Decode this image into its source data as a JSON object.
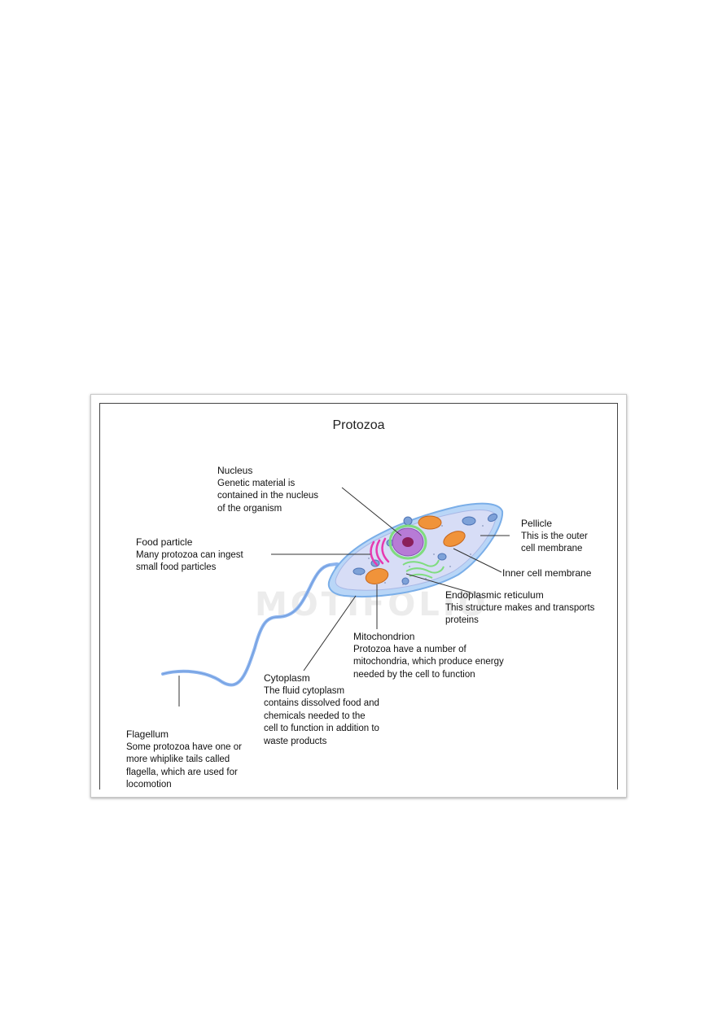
{
  "figure": {
    "title": "Protozoa",
    "watermark": "MOTIFOLIO",
    "labels": {
      "nucleus": {
        "name": "Nucleus",
        "desc": [
          "Genetic material is",
          "contained in the nucleus",
          "of the organism"
        ]
      },
      "food_particle": {
        "name": "Food particle",
        "desc": [
          "Many protozoa can ingest",
          "small food particles"
        ]
      },
      "pellicle": {
        "name": "Pellicle",
        "desc": [
          "This is the outer",
          "cell membrane"
        ]
      },
      "inner_membrane": {
        "name": "Inner cell membrane"
      },
      "er": {
        "name": "Endoplasmic reticulum",
        "desc": [
          "This structure makes and transports",
          "proteins"
        ]
      },
      "mitochondrion": {
        "name": "Mitochondrion",
        "desc": [
          "Protozoa have a number of",
          "mitochondria, which produce energy",
          "needed by the cell to function"
        ]
      },
      "cytoplasm": {
        "name": "Cytoplasm",
        "desc": [
          "The fluid cytoplasm",
          "contains dissolved food and",
          "chemicals needed to the",
          "cell to function in addition to",
          "waste products"
        ]
      },
      "flagellum": {
        "name": "Flagellum",
        "desc": [
          "Some protozoa have one or",
          "more whiplike tails called",
          "flagella, which are used for",
          "locomotion"
        ]
      }
    },
    "colors": {
      "membrane": "#9cc3f0",
      "cytoplasm": "#d4dcf5",
      "nucleus": "#b77bd6",
      "nucleolus": "#8a1f5a",
      "mitochondria": "#f0933a",
      "golgi": "#e63ab0",
      "er": "#7fdc7f",
      "vesicle": "#7ea2d8",
      "flagellum": "#8cb4ee"
    }
  }
}
